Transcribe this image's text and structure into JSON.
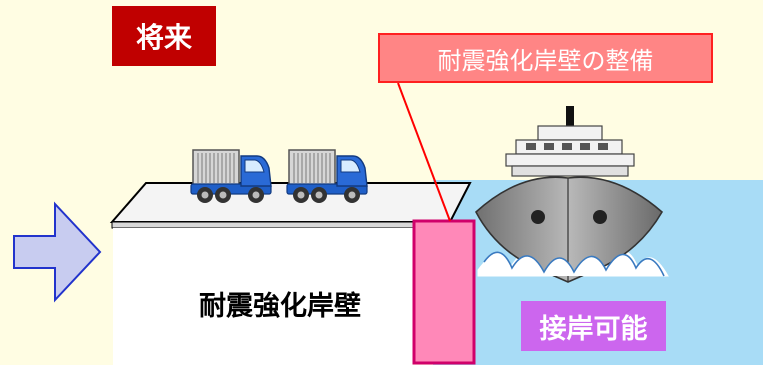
{
  "labels": {
    "future": "将来",
    "callout": "耐震強化岸壁の整備",
    "quay": "耐震強化岸壁",
    "berthing": "接岸可能"
  },
  "colors": {
    "background": "#fffde3",
    "future_badge": "#c00000",
    "callout_fill": "#ff8585",
    "callout_border": "#ff2020",
    "sea": "#a8dcf6",
    "quay_wall": "#ff88b8",
    "quay_wall_border": "#d0006a",
    "arrow_fill": "#c8ccf0",
    "arrow_stroke": "#2233cc",
    "berthing_badge": "#cc66ee",
    "truck_cab": "#2060c8",
    "ship_hull": "#888888"
  },
  "icons": {
    "arrow": "right-arrow-icon",
    "truck": "truck-icon",
    "ship": "ship-icon"
  }
}
